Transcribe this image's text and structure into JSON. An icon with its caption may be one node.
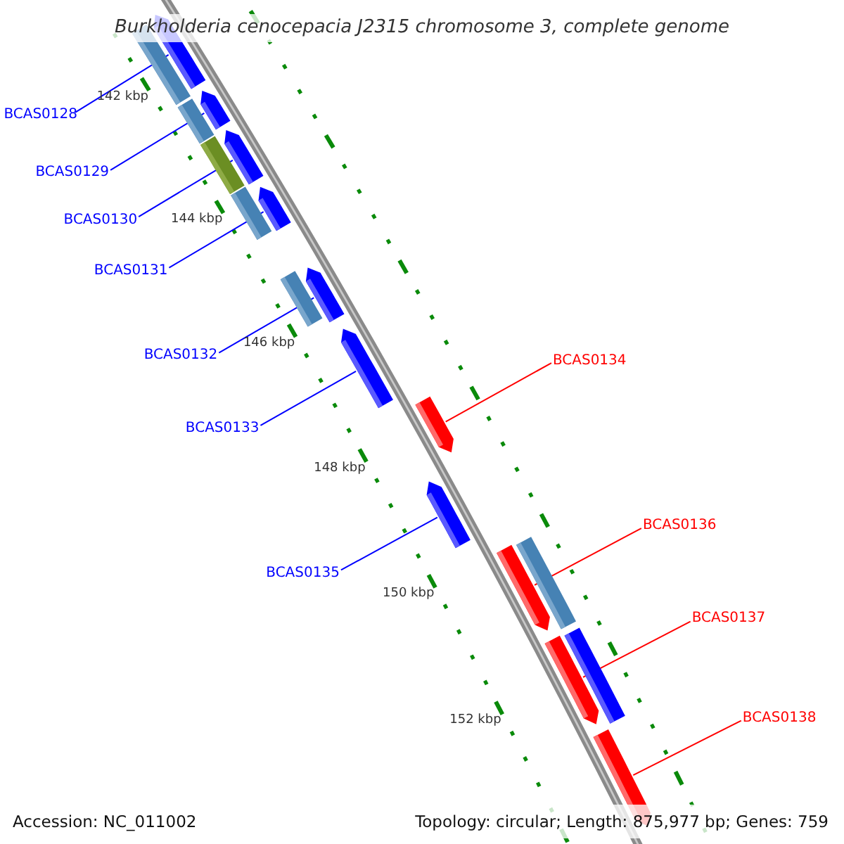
{
  "diagram": {
    "title": "Burkholderia cenocepacia J2315 chromosome 3, complete genome",
    "nodes": [
      {
        "text": [
          "BCAS0128"
        ]
      },
      {
        "text": [
          "BCAS0129"
        ]
      },
      {
        "text": [
          "BCAS0130"
        ]
      },
      {
        "text": [
          "BCAS0131"
        ]
      },
      {
        "text": [
          "BCAS0132"
        ]
      },
      {
        "text": [
          "BCAS0133"
        ]
      },
      {
        "text": [
          "BCAS0134"
        ]
      },
      {
        "text": [
          "BCAS0135"
        ]
      },
      {
        "text": [
          "BCAS0136"
        ]
      },
      {
        "text": [
          "BCAS0137"
        ]
      },
      {
        "text": [
          "BCAS0138"
        ]
      },
      {
        "text": [],
        "shape": "arrow"
      },
      {
        "text": [],
        "shape": "arrow"
      },
      {
        "text": [],
        "shape": "arrow"
      },
      {
        "text": [],
        "shape": "arrow"
      },
      {
        "text": [],
        "shape": "arrow"
      },
      {
        "text": [],
        "shape": "arrow"
      },
      {
        "text": [],
        "shape": "arrow"
      },
      {
        "text": [],
        "shape": "arrow"
      },
      {
        "text": [],
        "shape": "arrow"
      },
      {
        "text": [],
        "shape": "arrow"
      },
      {
        "text": [],
        "shape": "arrow"
      },
      {
        "text": [],
        "shape": "bar"
      },
      {
        "text": [],
        "shape": "bar"
      },
      {
        "text": [],
        "shape": "bar"
      },
      {
        "text": [],
        "shape": "bar"
      },
      {
        "text": [],
        "shape": "bar"
      },
      {
        "text": [],
        "shape": "bar"
      },
      {
        "text": [],
        "shape": "bar"
      }
    ],
    "edges": [
      {
        "from": 0,
        "to": 11,
        "arrow": "none"
      },
      {
        "from": 1,
        "to": 12,
        "arrow": "none"
      },
      {
        "from": 2,
        "to": 13,
        "arrow": "none"
      },
      {
        "from": 3,
        "to": 14,
        "arrow": "none"
      },
      {
        "from": 4,
        "to": 15,
        "arrow": "none"
      },
      {
        "from": 5,
        "to": 16,
        "arrow": "none"
      },
      {
        "from": 6,
        "to": 18,
        "arrow": "none",
        "color": "#ff0000"
      },
      {
        "from": 7,
        "to": 17,
        "arrow": "none"
      },
      {
        "from": 8,
        "to": 19,
        "arrow": "none",
        "color": "#ff0000"
      },
      {
        "from": 9,
        "to": 20,
        "arrow": "none",
        "color": "#ff0000"
      },
      {
        "from": 10,
        "to": 21,
        "arrow": "none",
        "color": "#ff0000"
      }
    ],
    "labels": [
      "142 kbp",
      "144 kbp",
      "146 kbp",
      "148 kbp",
      "150 kbp",
      "152 kbp",
      "Accession: NC_011002",
      "Topology: circular; Length: 875,977 bp; Genes: 759"
    ]
  }
}
